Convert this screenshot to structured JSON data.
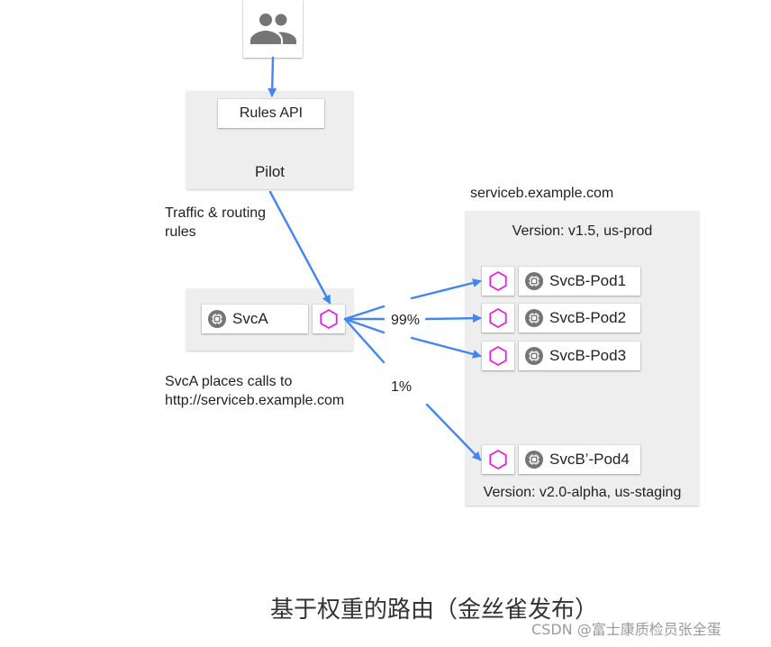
{
  "colors": {
    "arrow": "#4285f4",
    "envoy": "#e91ee0",
    "panel": "#eeeeee",
    "chipIcon": "#757575"
  },
  "users": {
    "icon": "users-group-icon"
  },
  "pilot": {
    "rules_api": "Rules API",
    "title": "Pilot"
  },
  "edge_label": "Traffic & routing\nrules",
  "svc_a": {
    "label": "SvcA",
    "note": "SvcA places calls to\nhttp://serviceb.example.com"
  },
  "service_b": {
    "host": "serviceb.example.com",
    "prod_version": "Version: v1.5, us-prod",
    "staging_version": "Version: v2.0-alpha, us-staging",
    "pods": [
      "SvcB-Pod1",
      "SvcB-Pod2",
      "SvcB-Pod3",
      "SvcB’-Pod4"
    ]
  },
  "weights": {
    "main": "99%",
    "canary": "1%"
  },
  "caption": "基于权重的路由（金丝雀发布）",
  "watermark": "CSDN @富士康质检员张全蛋"
}
